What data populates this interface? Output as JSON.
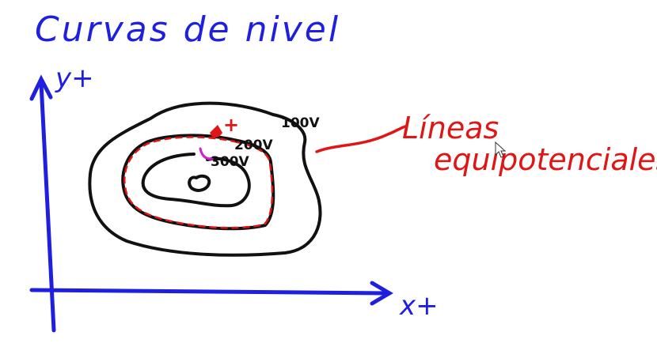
{
  "title": "Curvas de nivel",
  "axes": {
    "y_label": "y+",
    "x_label": "x+"
  },
  "contours": [
    {
      "label": "100V"
    },
    {
      "label": "200V"
    },
    {
      "label": "300V"
    }
  ],
  "charge_sign": "+",
  "annotation": {
    "line1": "Líneas",
    "line2": "equipotenciales"
  },
  "colors": {
    "axes": "#1f1fe0",
    "contour": "#111111",
    "highlight": "#e01515",
    "marker": "#d020d0"
  }
}
